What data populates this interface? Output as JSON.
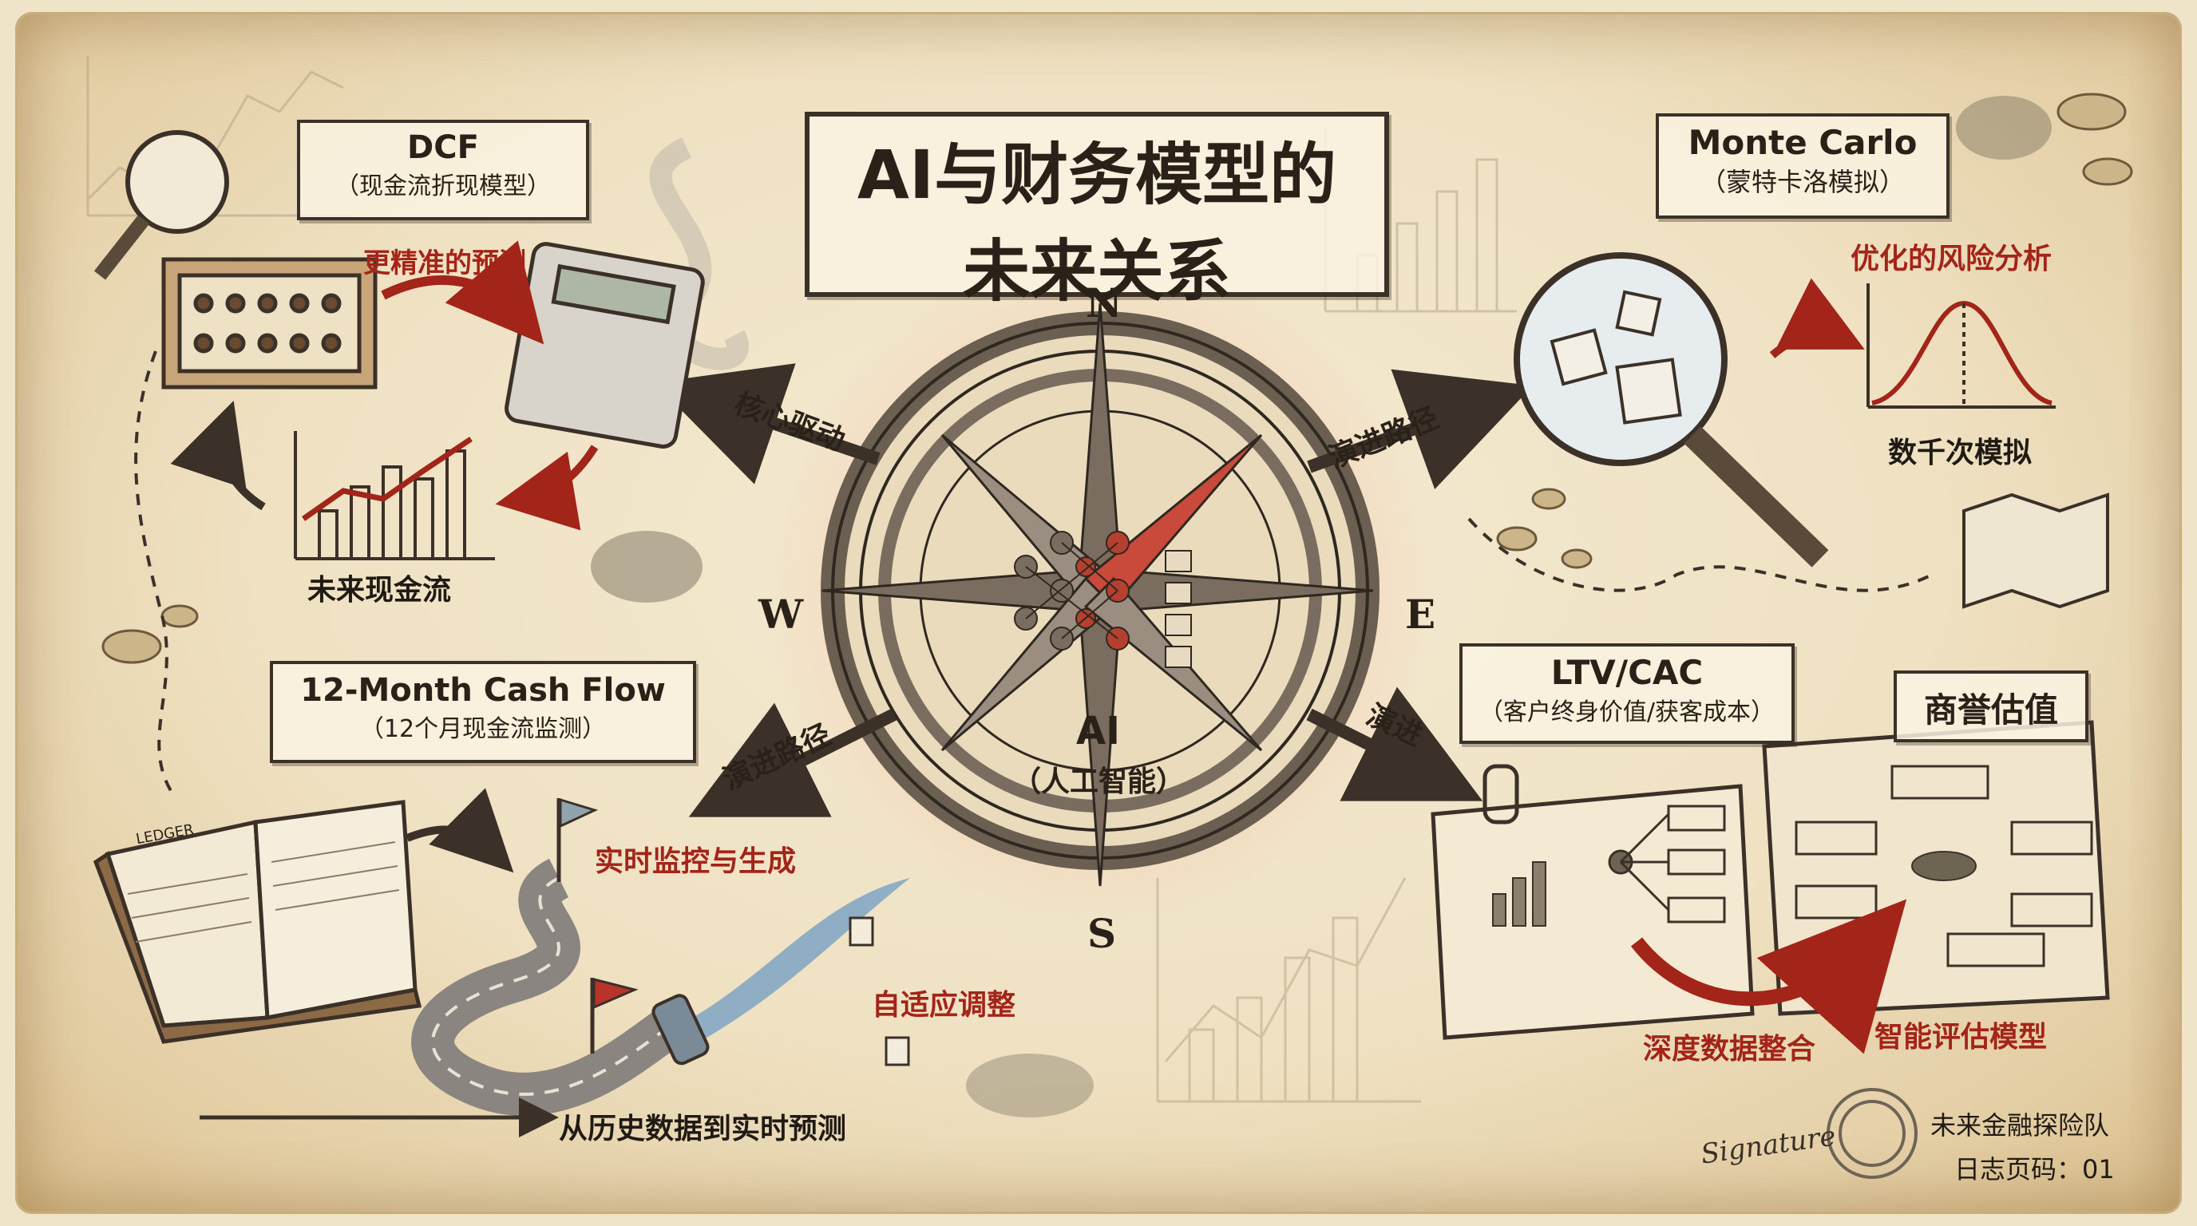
{
  "title": {
    "line1": "AI与财务模型的",
    "line2": "未来关系"
  },
  "compass": {
    "n": "N",
    "s": "S",
    "e": "E",
    "w": "W",
    "ai": "AI",
    "ai_sub": "（人工智能）"
  },
  "arrows": {
    "nw": "核心驱动",
    "ne": "演进路径",
    "sw": "演进路径",
    "se": "演进"
  },
  "dcf": {
    "title": "DCF",
    "subtitle": "（现金流折现模型）",
    "arrow_label": "更精准的预测",
    "chart_label": "未来现金流"
  },
  "cashflow": {
    "title": "12-Month Cash Flow",
    "subtitle": "（12个月现金流监测）",
    "ledger": "LEDGER",
    "monitor": "实时监控与生成",
    "adaptive": "自适应调整",
    "bottom": "从历史数据到实时预测"
  },
  "montecarlo": {
    "title": "Monte Carlo",
    "subtitle": "（蒙特卡洛模拟）",
    "risk": "优化的风险分析",
    "sims": "数千次模拟"
  },
  "ltv": {
    "title": "LTV/CAC",
    "subtitle": "（客户终身价值/获客成本）",
    "integration": "深度数据整合"
  },
  "goodwill": {
    "title": "商誉估值",
    "model": "智能评估模型"
  },
  "footer": {
    "team": "未来金融探险队",
    "page": "日志页码：01",
    "signature": "Signature"
  },
  "colors": {
    "accent_red": "#a32418",
    "ink": "#2a2218",
    "paper": "#efe3c8",
    "river_blue": "#6f9cc4"
  }
}
